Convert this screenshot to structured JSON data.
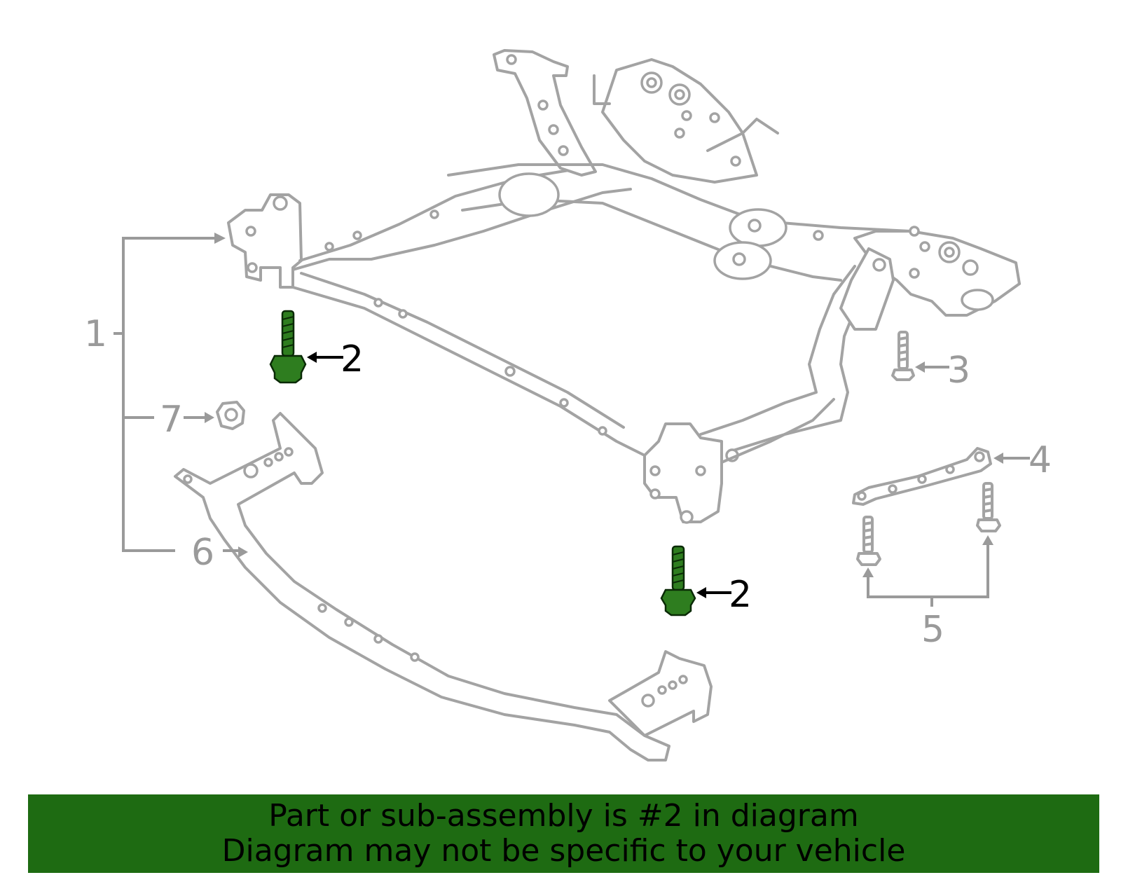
{
  "callouts": {
    "c1": "1",
    "c2a": "2",
    "c2b": "2",
    "c3": "3",
    "c4": "4",
    "c5": "5",
    "c6": "6",
    "c7": "7"
  },
  "highlight_color": "#2e7d1f",
  "banner": {
    "line1": "Part or sub-assembly is #2 in diagram",
    "line2": "Diagram may not be specific to your vehicle",
    "background": "#1e6b12"
  },
  "icons": [
    "subframe-crossmember",
    "bolt",
    "nut",
    "brace",
    "arrow"
  ]
}
